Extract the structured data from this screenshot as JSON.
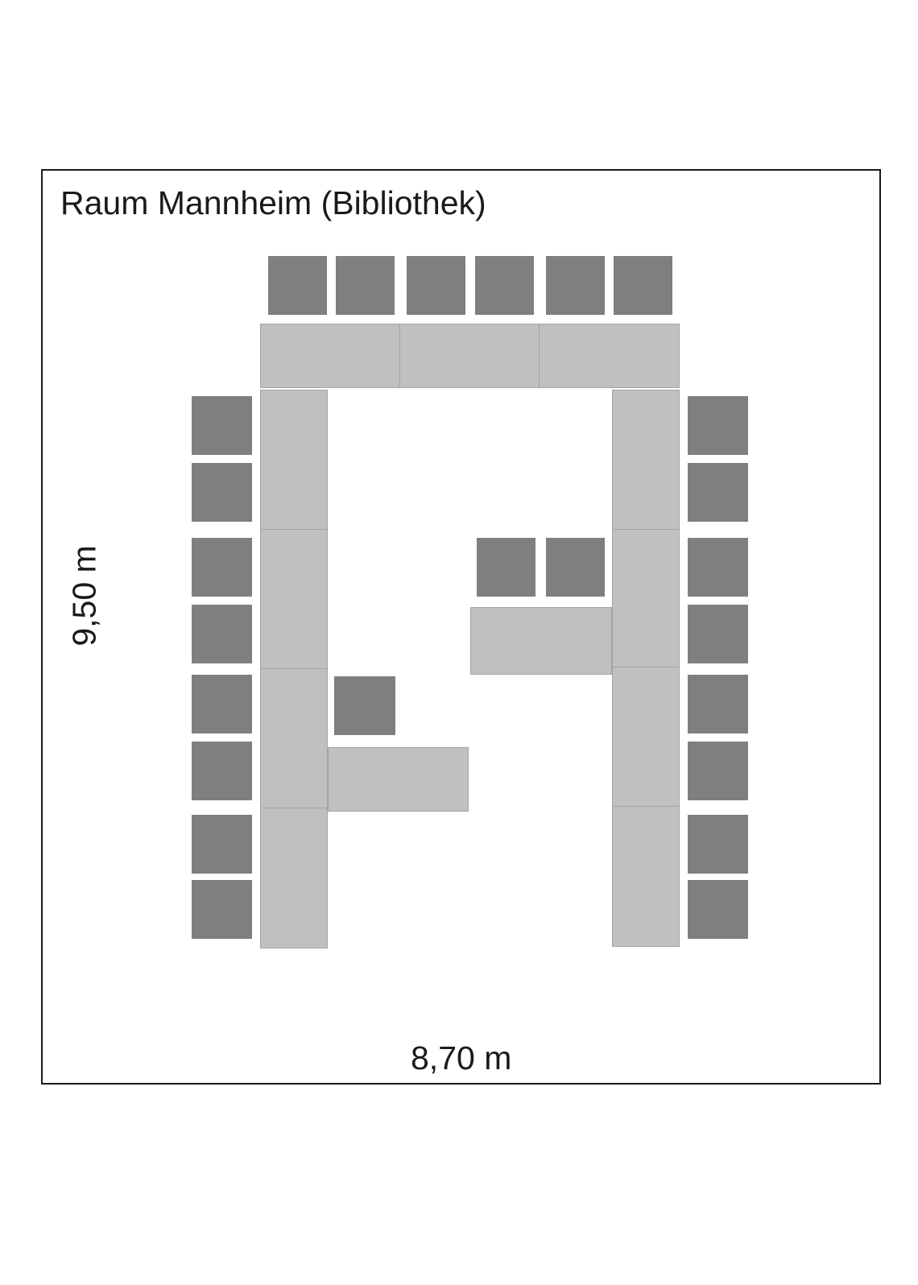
{
  "room": {
    "title": "Raum Mannheim (Bibliothek)",
    "width_label": "8,70 m",
    "height_label": "9,50 m"
  },
  "colors": {
    "table": "#c0c0c0",
    "table_border": "#a3a3a3",
    "chair": "#7f7f7f",
    "frame": "#1a1a1a"
  },
  "furniture": {
    "tables": 13,
    "chairs": 25
  }
}
